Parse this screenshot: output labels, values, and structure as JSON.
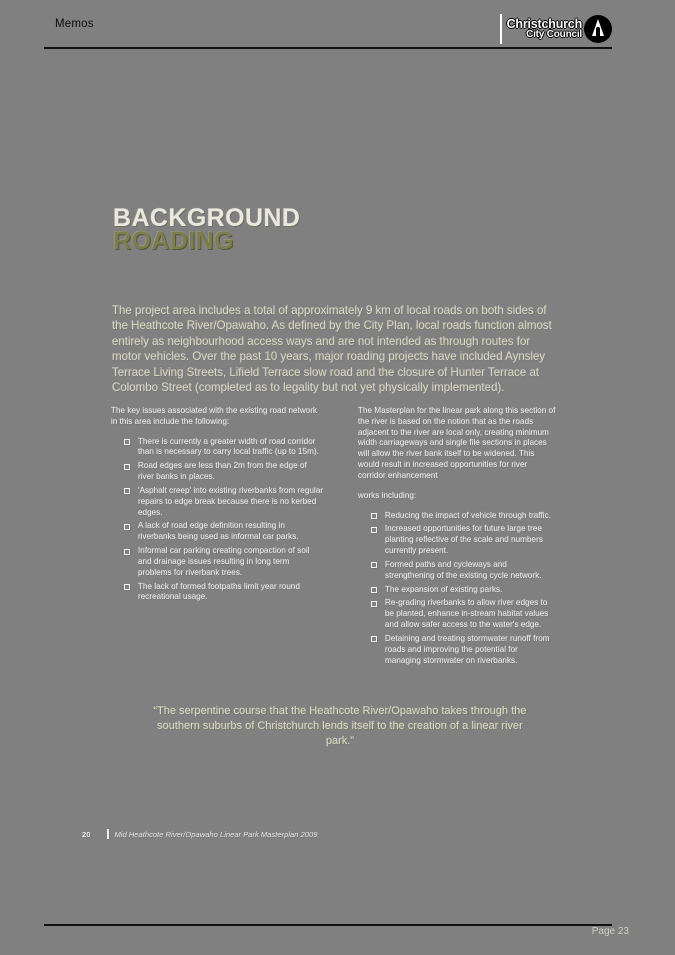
{
  "header": {
    "label": "Memos",
    "logo": {
      "line1": "Christchurch",
      "line2": "City Council",
      "mark_icon": "council-emblem-icon"
    }
  },
  "document": {
    "title": {
      "line1": "BACKGROUND",
      "line2": "ROADING"
    },
    "intro": "The project area includes a total of approximately 9 km of local roads on both sides of the Heathcote River/Opawaho. As defined by the City Plan, local roads function almost entirely as neighbourhood access ways and are not intended as through routes for motor vehicles. Over the past 10 years, major roading projects have included Aynsley Terrace Living Streets, Lifield Terrace slow road and the closure of Hunter Terrace at Colombo Street (completed as to legality but not yet physically implemented).",
    "columns": {
      "left": {
        "intro": "The key issues associated with the existing road network in this area include the following:",
        "bullets": [
          "There is currently a greater width of road corridor than is necessary to carry local traffic (up to 15m).",
          "Road edges are less than 2m from the edge of river banks in places.",
          "'Asphalt creep' into existing riverbanks from regular repairs to edge break because there is no kerbed edges.",
          "A lack of road edge definition resulting in riverbanks being used as informal car parks.",
          "Informal car parking creating compaction of soil and drainage issues resulting in long term problems for riverbank trees.",
          "The lack of formed footpaths limit year round recreational usage."
        ]
      },
      "right": {
        "intro": "The Masterplan for the linear park along this section of the river is based on the notion that as the roads adjacent to the river are local only, creating minimum width carriageways and single file sections in places will allow the river bank itself to be widened. This would result in increased opportunities for river corridor enhancement",
        "intro_tail": "works including:",
        "bullets": [
          "Reducing the impact of vehicle through traffic.",
          "Increased opportunities for future large tree planting reflective of the scale and numbers currently present.",
          "Formed paths and cycleways and strengthening of the existing cycle network.",
          "The expansion of existing parks.",
          "Re-grading riverbanks to allow river edges to be planted, enhance in-stream habitat values and allow safer access to the water's edge.",
          "Detaining and treating stormwater runoff from roads and improving the potential for managing stormwater on riverbanks."
        ]
      }
    },
    "quote": "“The serpentine course that the Heathcote River/Opawaho takes through the southern suburbs of Christchurch lends itself to the creation of a linear river park.”",
    "footer": {
      "page_num": "20",
      "title": "Mid Heathcote River/Opawaho Linear Park Masterplan 2009"
    }
  },
  "viewer": {
    "page_indicator": "Page 23"
  },
  "colors": {
    "background": "#808080",
    "rule": "#111111",
    "title_accent": "#7d7d4e",
    "title_primary": "#e8e8de",
    "body_text": "#d9d9cb"
  }
}
